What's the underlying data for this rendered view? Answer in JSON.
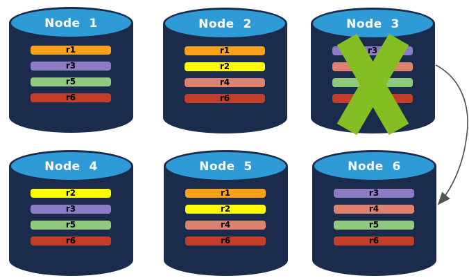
{
  "diagram": {
    "cylinder": {
      "top_color": "#2F9BD6",
      "body_color": "#1A2B4C",
      "title_color": "#FFFFFF"
    },
    "failure": {
      "node": "Node  3",
      "x_color": "#85BE23"
    },
    "arrow": {
      "color": "#545454",
      "from": "Node  3",
      "to": "Node  6"
    },
    "nodes": [
      {
        "title": "Node  1",
        "replicas": [
          {
            "label": "r1",
            "color": "#F9A11B"
          },
          {
            "label": "r3",
            "color": "#8C7BC5"
          },
          {
            "label": "r5",
            "color": "#8FC97E"
          },
          {
            "label": "r6",
            "color": "#C23E28"
          }
        ]
      },
      {
        "title": "Node  2",
        "replicas": [
          {
            "label": "r1",
            "color": "#F9A11B"
          },
          {
            "label": "r2",
            "color": "#FDFD00"
          },
          {
            "label": "r4",
            "color": "#DD8270"
          },
          {
            "label": "r6",
            "color": "#C23E28"
          }
        ]
      },
      {
        "title": "Node  3",
        "replicas": [
          {
            "label": "r3",
            "color": "#8C7BC5"
          },
          {
            "label": "r4",
            "color": "#DD8270"
          },
          {
            "label": "r5",
            "color": "#8FC97E"
          },
          {
            "label": "r6",
            "color": "#C23E28"
          }
        ]
      },
      {
        "title": "Node  4",
        "replicas": [
          {
            "label": "r2",
            "color": "#FDFD00"
          },
          {
            "label": "r3",
            "color": "#8C7BC5"
          },
          {
            "label": "r5",
            "color": "#8FC97E"
          },
          {
            "label": "r6",
            "color": "#C23E28"
          }
        ]
      },
      {
        "title": "Node  5",
        "replicas": [
          {
            "label": "r1",
            "color": "#F9A11B"
          },
          {
            "label": "r2",
            "color": "#FDFD00"
          },
          {
            "label": "r4",
            "color": "#DD8270"
          },
          {
            "label": "r6",
            "color": "#C23E28"
          }
        ]
      },
      {
        "title": "Node  6",
        "replicas": [
          {
            "label": "r3",
            "color": "#8C7BC5"
          },
          {
            "label": "r4",
            "color": "#DD8270"
          },
          {
            "label": "r5",
            "color": "#8FC97E"
          },
          {
            "label": "r6",
            "color": "#C23E28"
          }
        ]
      }
    ]
  }
}
